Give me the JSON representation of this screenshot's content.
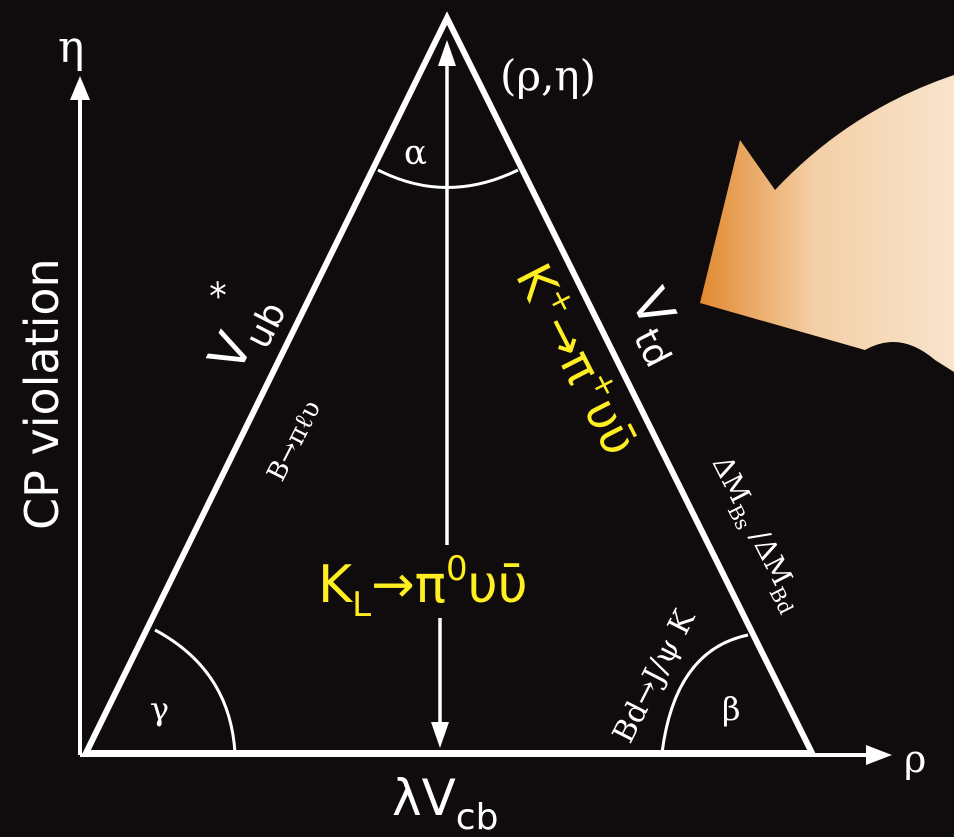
{
  "axes": {
    "y_label": "η",
    "x_label": "ρ",
    "vertical_caption": "CP violation"
  },
  "apex_label": "(ρ,η)",
  "angles": {
    "alpha": "α",
    "beta": "β",
    "gamma": "γ"
  },
  "sides": {
    "left": {
      "main": "V",
      "sub": "ub",
      "sup": "*"
    },
    "right": {
      "main": "V",
      "sub": "td"
    },
    "base": {
      "main": "λV",
      "sub": "cb"
    }
  },
  "processes": {
    "left_side": "B→πℓυ",
    "right_side_k": "K",
    "right_side_k_sup": "+",
    "right_side_arrow": "→",
    "right_side_pi": "π",
    "right_side_pi_sup": "+",
    "right_side_nu": "υῡ",
    "center_k": "K",
    "center_k_sub": "L",
    "center_arrow_pi": "→π",
    "center_sup": "0",
    "center_nu": "υῡ",
    "beta_process": "Bd→J/ψ K",
    "mixing_ratio_a": "ΔM",
    "mixing_ratio_a_sub": "Bs",
    "mixing_ratio_sep": " /ΔM",
    "mixing_ratio_b_sub": "Bd"
  },
  "colors": {
    "background": "#100c0d",
    "lines": "#ffffff",
    "highlight": "#ffee22",
    "arrow_dark": "#e08a30",
    "arrow_light": "#f8e0c8"
  }
}
